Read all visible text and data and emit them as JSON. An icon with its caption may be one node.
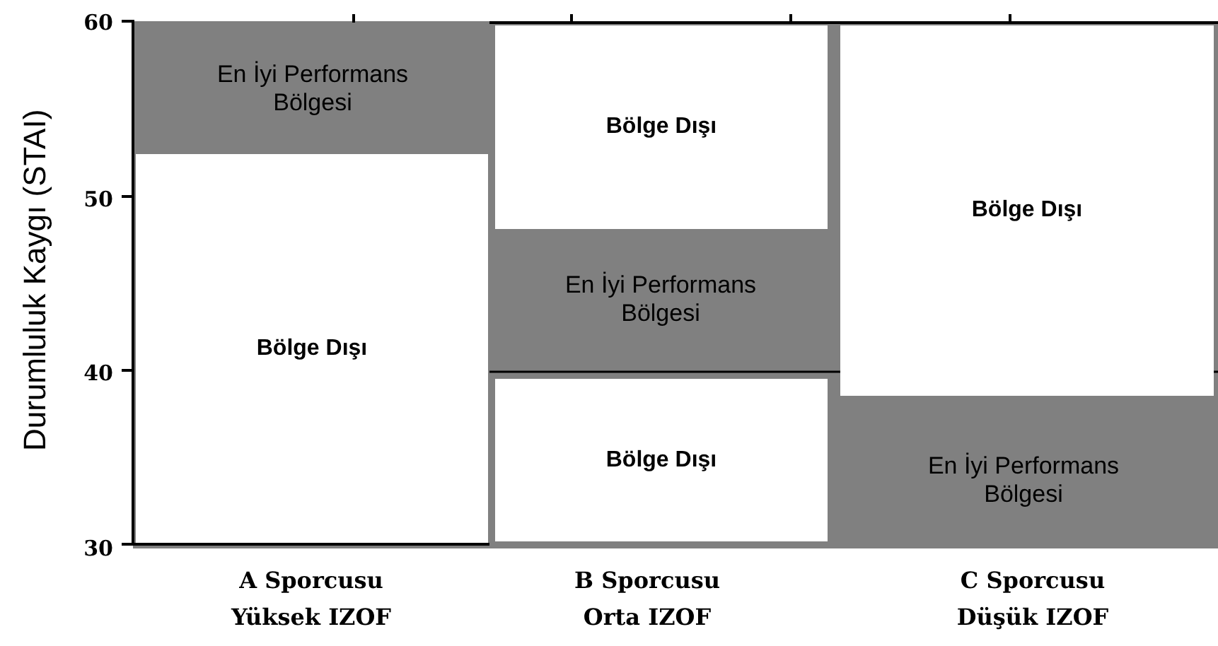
{
  "diagram": {
    "nodes": [
      {
        "text": [
          "En İyi Performans Bölgesi"
        ]
      },
      {
        "text": [
          "Bölge Dışı"
        ]
      },
      {
        "text": [
          "Bölge Dışı"
        ]
      },
      {
        "text": [
          "En İyi Performans Bölgesi"
        ]
      },
      {
        "text": [
          "Bölge Dışı"
        ]
      },
      {
        "text": [
          "Bölge Dışı"
        ]
      },
      {
        "text": [
          "En İyi Performans Bölgesi"
        ]
      }
    ],
    "labels": [
      "Durumluluk Kaygı (STAI)",
      "60",
      "50",
      "40",
      "30",
      "A Sporcusu Yüksek IZOF",
      "B Sporcusu Orta IZOF",
      "C Sporcusu Düşük IZOF"
    ]
  }
}
